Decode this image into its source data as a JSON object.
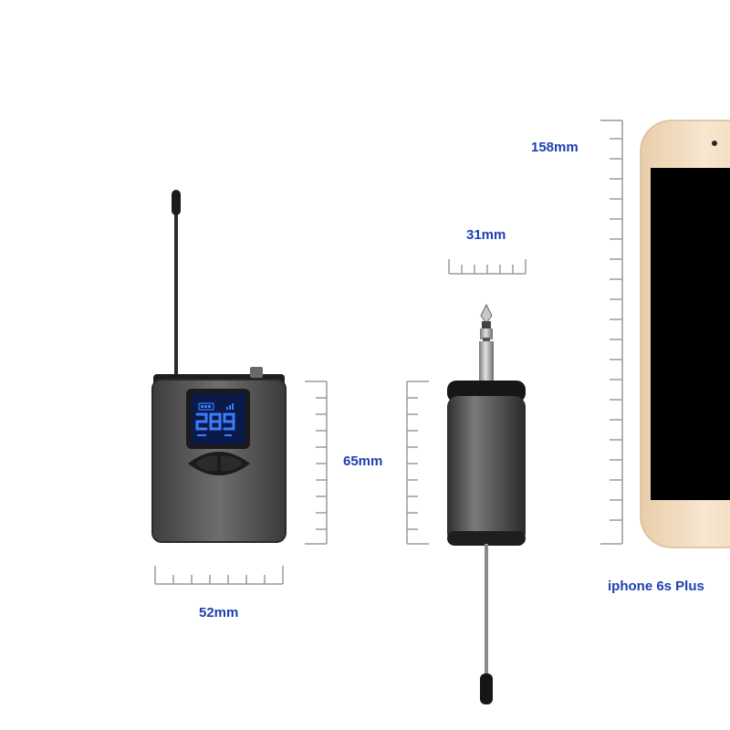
{
  "labels": {
    "phone_height": "158mm",
    "receiver_width": "31mm",
    "device_height": "65mm",
    "transmitter_width": "52mm",
    "phone_model": "iphone 6s Plus"
  },
  "colors": {
    "label": "#1f3fb0",
    "ruler": "#9a9a9a",
    "device_body": "#5c5c5c",
    "lcd": "#0a1b4a",
    "lcd_glow": "#3d7bff",
    "phone_frame": "#f2dcc0",
    "phone_screen": "#000000"
  }
}
